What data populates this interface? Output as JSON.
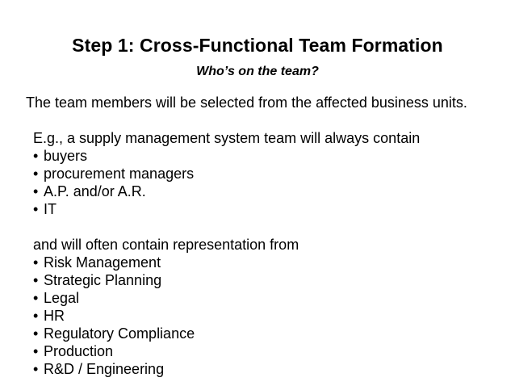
{
  "slide": {
    "title": "Step 1: Cross-Functional Team Formation",
    "subtitle": "Who’s on the team?",
    "lead": "The team members will be selected from the affected business units.",
    "bullet_glyph": "•",
    "groups": [
      {
        "intro": "E.g., a supply management system team will always contain",
        "items": [
          "buyers",
          "procurement managers",
          "A.P. and/or A.R.",
          "IT"
        ]
      },
      {
        "intro": "and will often contain representation from",
        "items": [
          "Risk Management",
          "Strategic Planning",
          "Legal",
          "HR",
          "Regulatory Compliance",
          "Production",
          "R&D / Engineering"
        ]
      }
    ]
  }
}
